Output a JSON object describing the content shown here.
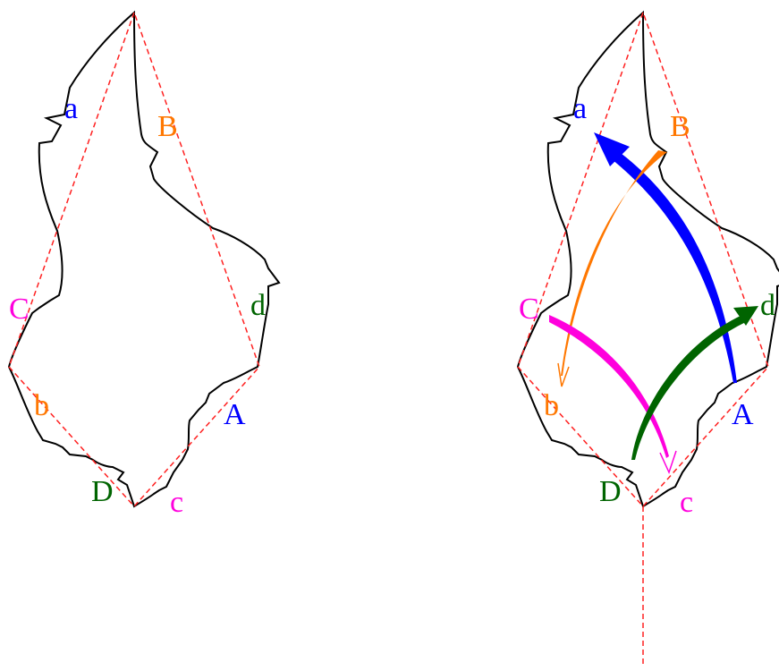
{
  "colors": {
    "outline": "#000000",
    "dashed": "#ff2020",
    "blue": "#0000ff",
    "orange": "#ff7700",
    "magenta": "#ff00dd",
    "green": "#006400"
  },
  "left_figure": {
    "labels": {
      "a": "a",
      "B": "B",
      "C": "C",
      "d": "d",
      "b": "b",
      "A": "A",
      "D": "D",
      "c": "c"
    }
  },
  "right_figure": {
    "labels": {
      "a": "a",
      "B": "B",
      "C": "C",
      "d": "d",
      "b": "b",
      "A": "A",
      "D": "D",
      "c": "c"
    },
    "arrows": [
      {
        "from": "A",
        "to": "a",
        "color": "blue"
      },
      {
        "from": "B",
        "to": "b",
        "color": "orange"
      },
      {
        "from": "C",
        "to": "c",
        "color": "magenta"
      },
      {
        "from": "D",
        "to": "d",
        "color": "green"
      }
    ]
  }
}
